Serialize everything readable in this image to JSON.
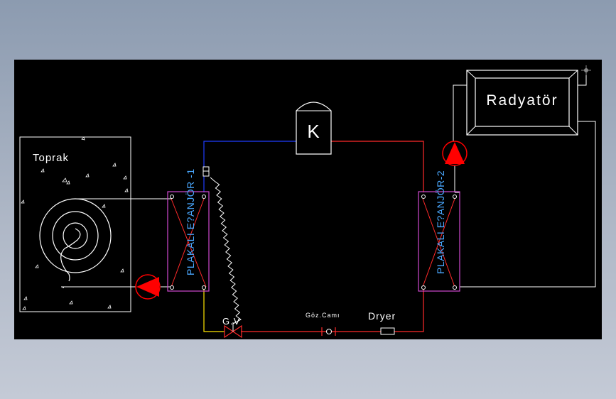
{
  "labels": {
    "ground": "Toprak",
    "radiator": "Radyatör",
    "compressor": "K",
    "hx1": "PLAKALI E?ANJÖR -1",
    "hx2": "PLAKALI E?ANJÖR-2",
    "valve": "G.V",
    "sight_glass": "Göz.Camı",
    "dryer": "Dryer"
  },
  "colors": {
    "background": "#000000",
    "suction_line": "#1f3cff",
    "discharge_line": "#ff2a2a",
    "liquid_line": "#ffe600",
    "hx_frame": "#d04ad0",
    "hx_text": "#4aa8ff",
    "pump": "#ff0000",
    "water_loop": "#ffffff"
  }
}
